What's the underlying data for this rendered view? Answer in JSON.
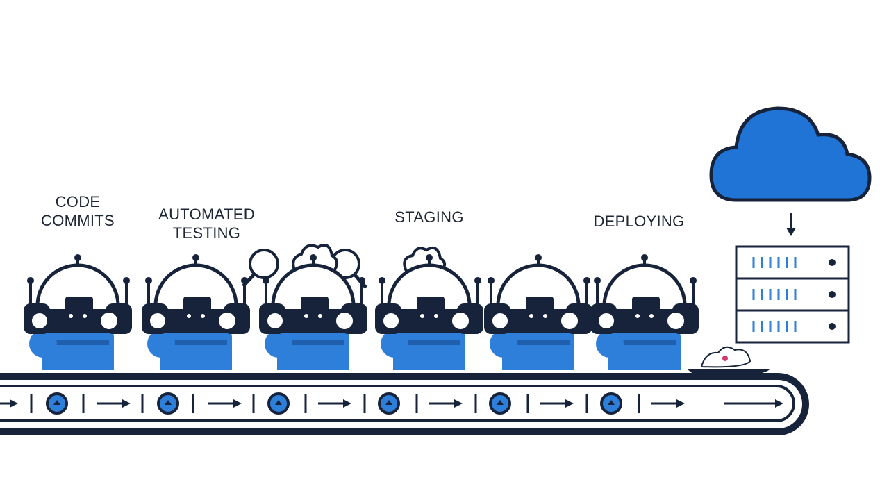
{
  "stages": [
    {
      "label": "CODE\nCOMMITS"
    },
    {
      "label": "AUTOMATED\nTESTING"
    },
    {
      "label": "STAGING"
    },
    {
      "label": "DEPLOYING"
    }
  ],
  "colors": {
    "ink": "#16233a",
    "accent_blue": "#2e7fd9",
    "cloud_blue": "#1f74d6",
    "white": "#ffffff"
  },
  "icons": [
    "robot-icon",
    "magnifier-icon",
    "chef-hat-icon",
    "cloud-icon",
    "server-rack-icon",
    "arrow-right-icon",
    "arrow-down-icon",
    "gear-token-icon",
    "output-tray-icon"
  ]
}
